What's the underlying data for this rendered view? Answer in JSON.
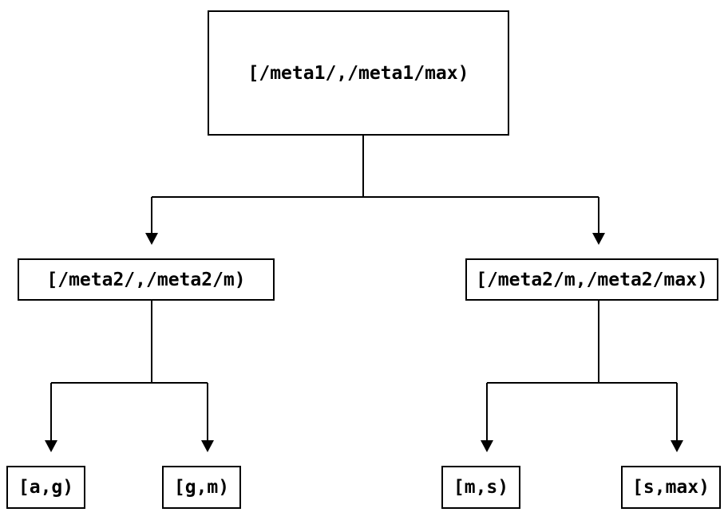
{
  "diagram": {
    "type": "tree",
    "root": {
      "label": "[/meta1/,/meta1/max)"
    },
    "children": [
      {
        "label": "[/meta2/,/meta2/m)"
      },
      {
        "label": "[/meta2/m,/meta2/max)"
      }
    ],
    "leaves": [
      {
        "label": "[a,g)"
      },
      {
        "label": "[g,m)"
      },
      {
        "label": "[m,s)"
      },
      {
        "label": "[s,max)"
      }
    ],
    "edges": [
      {
        "from": "[/meta1/,/meta1/max)",
        "to": "[/meta2/,/meta2/m)"
      },
      {
        "from": "[/meta1/,/meta1/max)",
        "to": "[/meta2/m,/meta2/max)"
      },
      {
        "from": "[/meta2/,/meta2/m)",
        "to": "[a,g)"
      },
      {
        "from": "[/meta2/,/meta2/m)",
        "to": "[g,m)"
      },
      {
        "from": "[/meta2/m,/meta2/max)",
        "to": "[m,s)"
      },
      {
        "from": "[/meta2/m,/meta2/max)",
        "to": "[s,max)"
      }
    ],
    "colors": {
      "background": "#ffffff",
      "line": "#000000",
      "text": "#000000",
      "box_border": "#000000"
    }
  }
}
